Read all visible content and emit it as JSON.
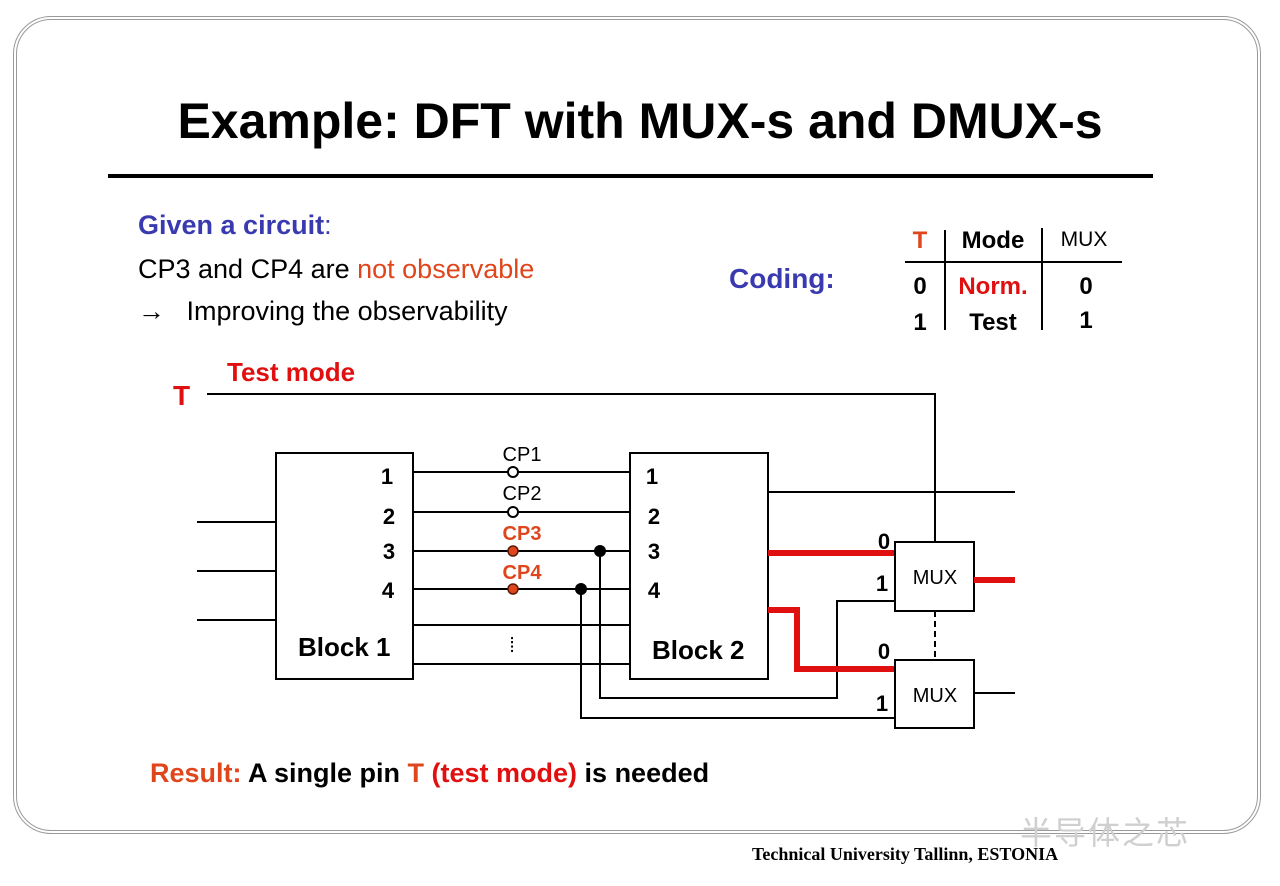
{
  "slide": {
    "title": "Example: DFT with MUX-s and DMUX-s",
    "intro": {
      "given_label": "Given a circuit",
      "given_colon": ":",
      "line2_prefix": "CP3 and CP4 are ",
      "line2_highlight": "not observable",
      "line3_arrow": "→",
      "line3_text": "Improving the observability"
    },
    "coding": {
      "label": "Coding:",
      "headers": [
        "T",
        "Mode",
        "MUX"
      ],
      "rows": [
        [
          "0",
          "Norm.",
          "0"
        ],
        [
          "1",
          "Test",
          "1"
        ]
      ]
    },
    "diagram": {
      "t_pin": "T",
      "test_mode_label": "Test mode",
      "block1": {
        "label": "Block 1",
        "ports": [
          "1",
          "2",
          "3",
          "4"
        ]
      },
      "block2": {
        "label": "Block 2",
        "ports": [
          "1",
          "2",
          "3",
          "4"
        ]
      },
      "control_points": [
        {
          "label": "CP1",
          "observable": true
        },
        {
          "label": "CP2",
          "observable": true
        },
        {
          "label": "CP3",
          "observable": false
        },
        {
          "label": "CP4",
          "observable": false
        }
      ],
      "ellipsis": "⁞",
      "mux_top": {
        "label": "MUX",
        "input0": "0",
        "input1": "1"
      },
      "mux_bottom": {
        "label": "MUX",
        "input0": "0",
        "input1": "1"
      }
    },
    "result": {
      "label": "Result:",
      "text1": " A single pin ",
      "pin": "T",
      "pin_desc": " (test mode)",
      "text2": " is needed"
    },
    "footer": "Technical University Tallinn, ESTONIA",
    "watermark": "半导体之芯",
    "colors": {
      "highlight_red": "#e01010",
      "orange": "#e0461c",
      "blue": "#3a3ab0",
      "frame_gray": "#9a9a9a"
    }
  }
}
